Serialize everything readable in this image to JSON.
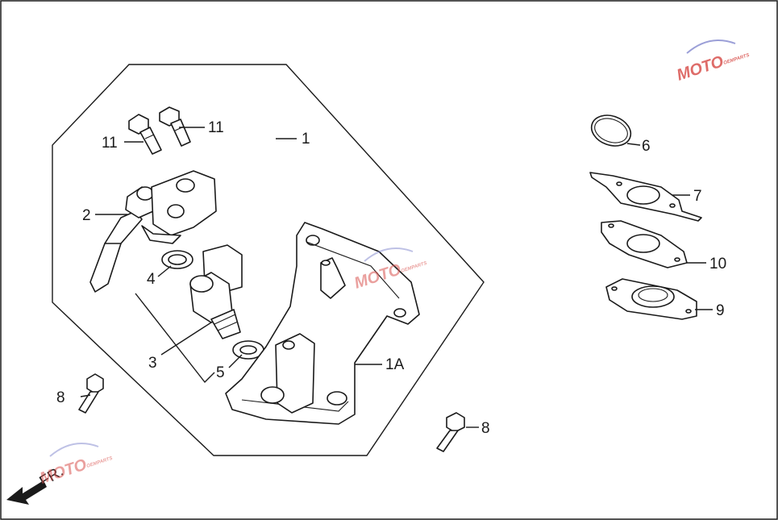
{
  "callouts": {
    "c1": "1",
    "c1a": "1A",
    "c2": "2",
    "c3": "3",
    "c4": "4",
    "c5": "5",
    "c6": "6",
    "c7": "7",
    "c8_left": "8",
    "c8_right": "8",
    "c9": "9",
    "c10": "10",
    "c11_left": "11",
    "c11_right": "11"
  },
  "direction_label": "FR.",
  "watermark": {
    "text": "MOTO",
    "subtext": "OEMPARTS"
  },
  "colors": {
    "line": "#1a1a1a",
    "watermark_red": "#d9534f",
    "watermark_blue": "#8a8fd1"
  }
}
